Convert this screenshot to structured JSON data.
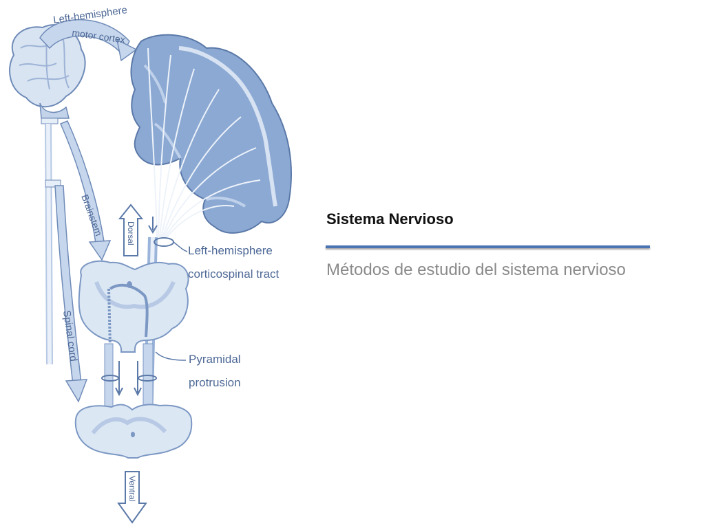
{
  "slide": {
    "title": "Sistema Nervioso",
    "subtitle": "Métodos de estudio del sistema nervioso"
  },
  "diagram": {
    "labels": {
      "left_hemisphere": "Left-hemisphere",
      "motor_cortex": "motor cortex",
      "brainstem": "Brainstem",
      "spinal_cord": "Spinal cord",
      "dorsal": "Dorsal",
      "ventral": "Ventral",
      "tract_line1": "Left-hemisphere",
      "tract_line2": "corticospinal tract",
      "pyramidal_line1": "Pyramidal",
      "pyramidal_line2": "protrusion"
    },
    "colors": {
      "tissue": "#8ba9d3",
      "tissue_light": "#dce7f4",
      "outline": "#4d6896",
      "accent_rule": "#4a74b2"
    }
  }
}
